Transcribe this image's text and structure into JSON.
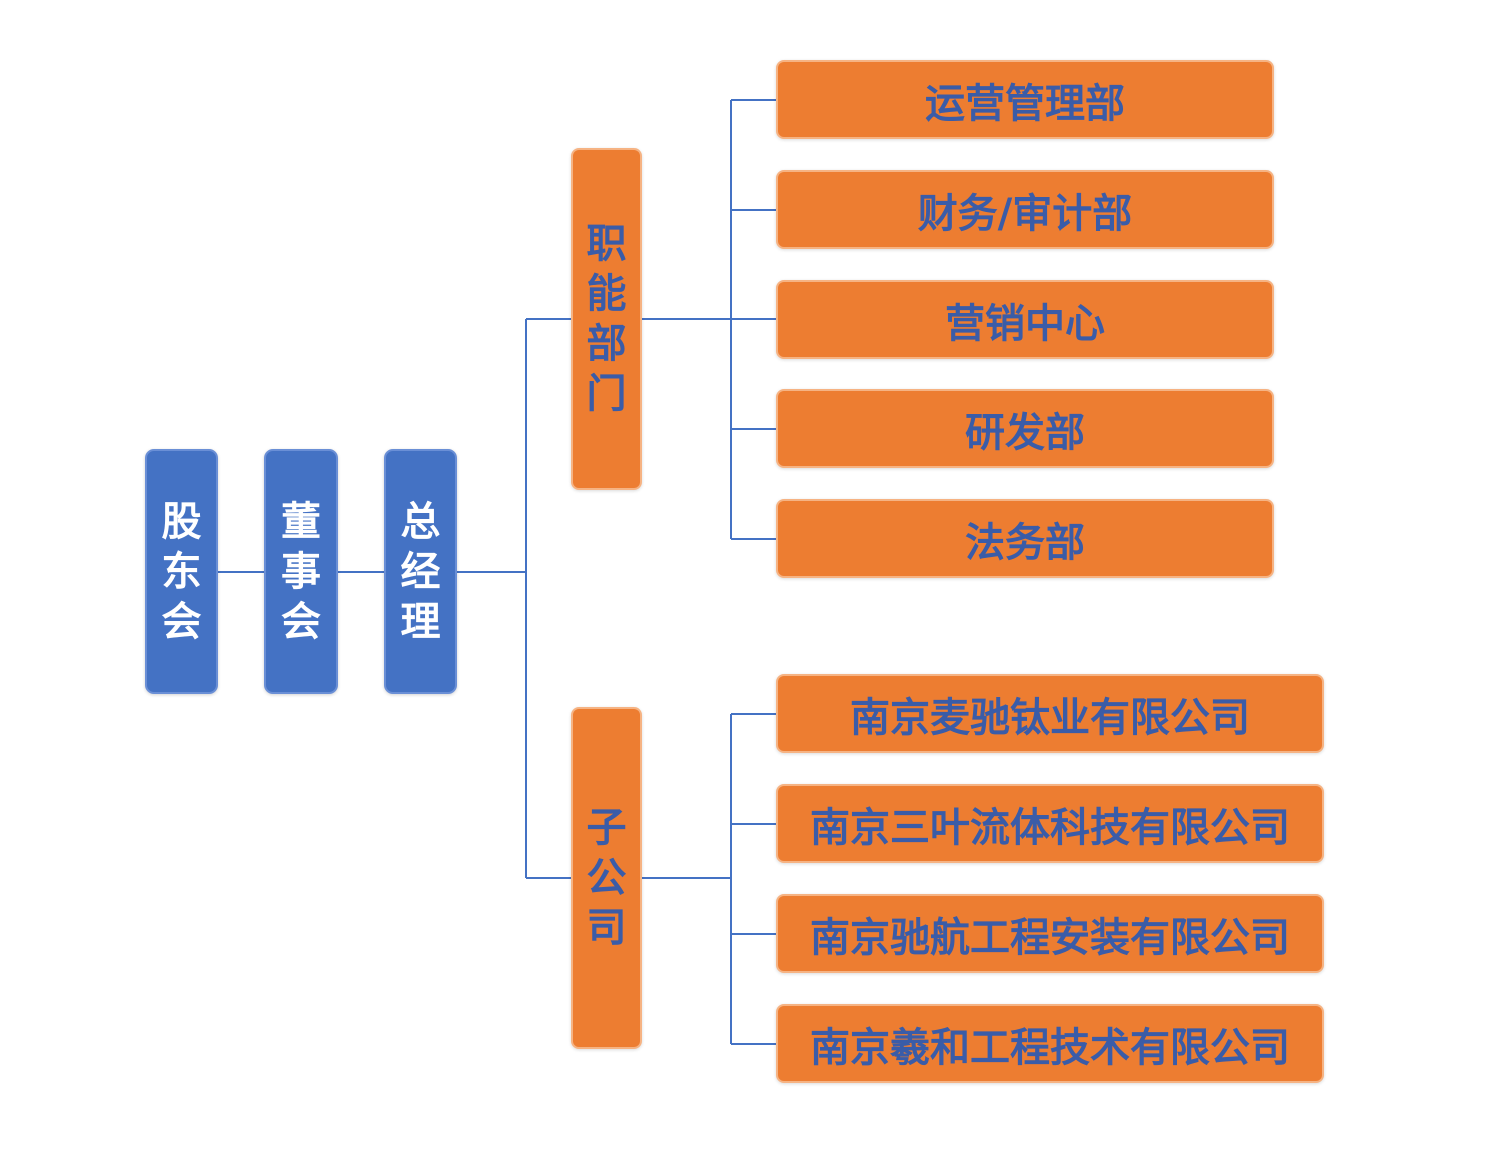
{
  "root": {
    "shareholders": "股东会",
    "board": "董事会",
    "general_manager": "总经理"
  },
  "branches": {
    "functional_departments": "职能部门",
    "subsidiaries": "子公司"
  },
  "departments": [
    "运营管理部",
    "财务/审计部",
    "营销中心",
    "研发部",
    "法务部"
  ],
  "subsidiary_companies": [
    "南京麦驰钛业有限公司",
    "南京三叶流体科技有限公司",
    "南京驰航工程安装有限公司",
    "南京羲和工程技术有限公司"
  ],
  "colors": {
    "top_level_fill": "#4472c4",
    "branch_fill": "#ed7d31",
    "branch_text": "#3a5ca8",
    "connector": "#4472c4"
  }
}
